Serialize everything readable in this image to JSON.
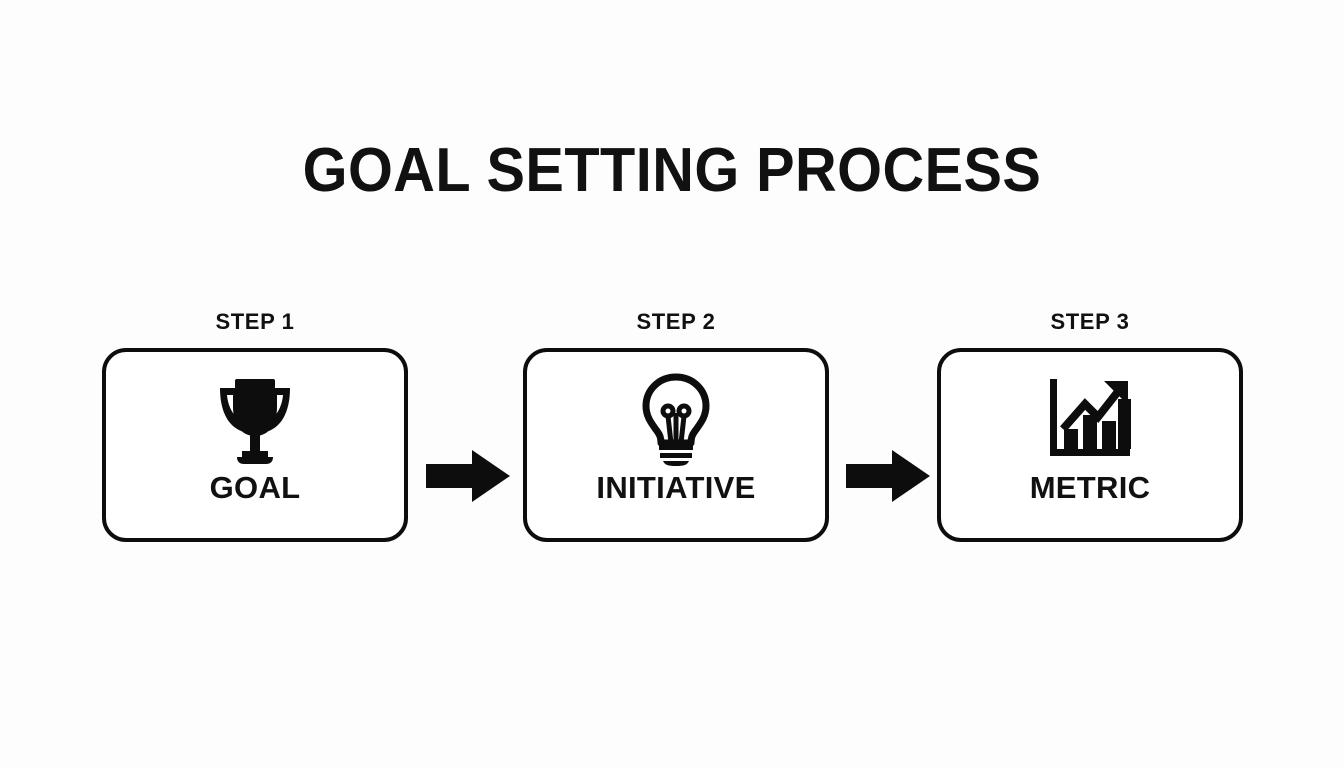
{
  "page": {
    "title": "GOAL SETTING PROCESS",
    "background_color": "#fdfdfd",
    "ink_color": "#111111"
  },
  "diagram": {
    "type": "horizontal-process-flow",
    "step_count": 3,
    "steps": [
      {
        "caption": "STEP 1",
        "label": "GOAL",
        "icon": "trophy-icon"
      },
      {
        "caption": "STEP 2",
        "label": "INITIATIVE",
        "icon": "lightbulb-icon"
      },
      {
        "caption": "STEP 3",
        "label": "METRIC",
        "icon": "bar-chart-growth-icon"
      }
    ],
    "connectors": [
      {
        "name": "arrow-step1-to-step2",
        "icon": "arrow-right-icon"
      },
      {
        "name": "arrow-step2-to-step3",
        "icon": "arrow-right-icon"
      }
    ]
  }
}
